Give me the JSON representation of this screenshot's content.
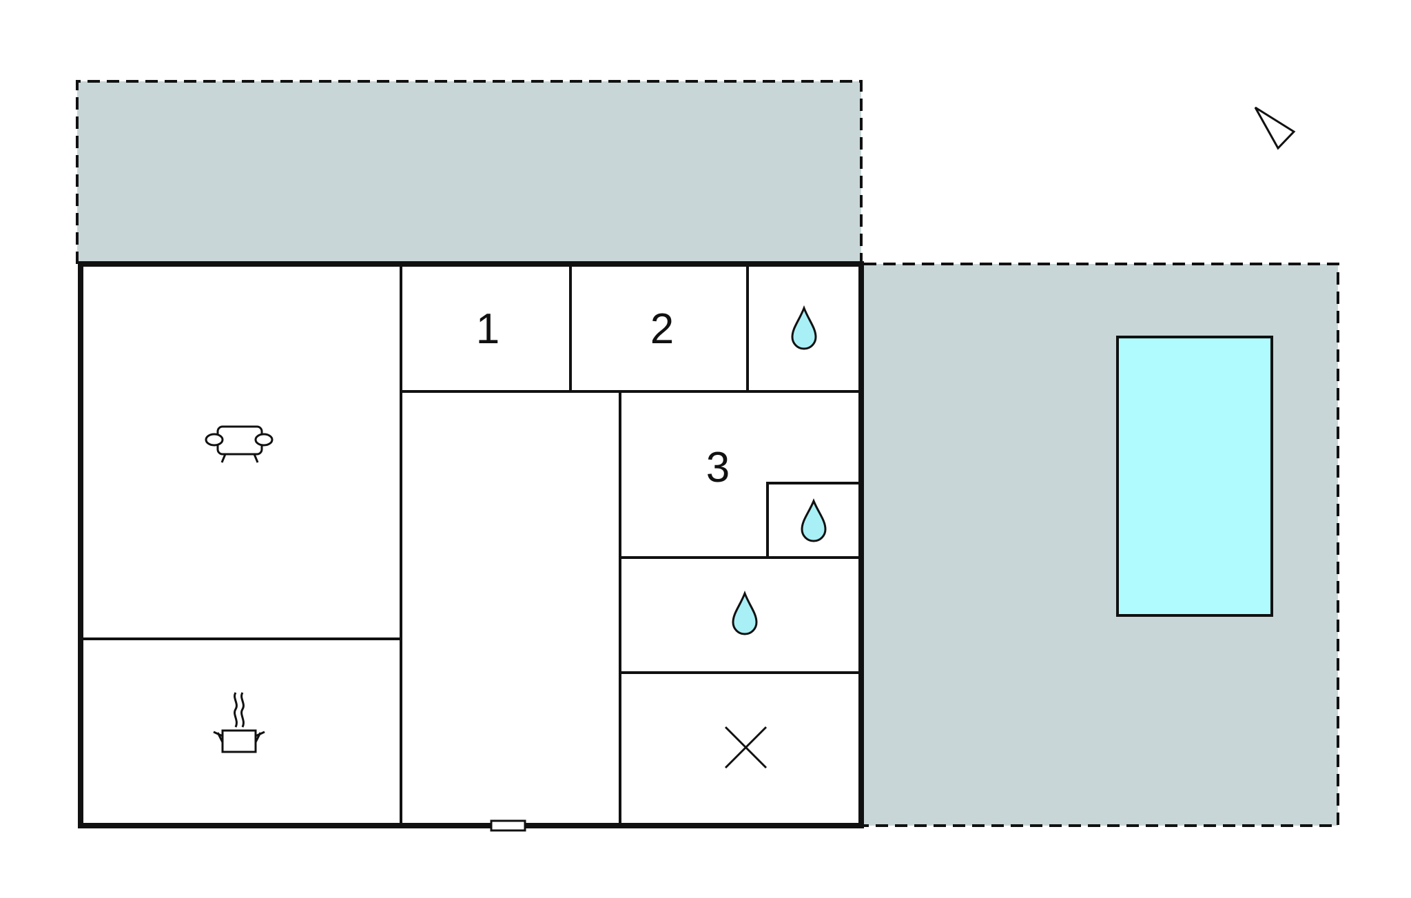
{
  "plan": {
    "colors": {
      "background": "#ffffff",
      "outdoor_area": "#c8d6d7",
      "pool": "#b0fbfd",
      "water_drop": "#a8f0f6",
      "wall": "#111111",
      "room_fill": "#ffffff"
    },
    "rooms": {
      "bedroom_1": {
        "label": "1"
      },
      "bedroom_2": {
        "label": "2"
      },
      "bedroom_3": {
        "label": "3"
      },
      "living_room": {
        "icon": "sofa-icon"
      },
      "kitchen": {
        "icon": "cooking-pot-icon"
      },
      "bathroom_top": {
        "icon": "water-drop-icon"
      },
      "bathroom_ensuite": {
        "icon": "water-drop-icon"
      },
      "bathroom_middle": {
        "icon": "water-drop-icon"
      },
      "utility_room": {
        "icon": "cross-icon"
      }
    },
    "features": {
      "pool": {
        "icon": "pool-rectangle"
      },
      "terrace_top": {
        "icon": "dashed-area"
      },
      "terrace_right": {
        "icon": "dashed-area"
      },
      "entrance": {
        "icon": "door-marker"
      },
      "north_arrow": {
        "icon": "north-arrow-icon"
      }
    }
  }
}
